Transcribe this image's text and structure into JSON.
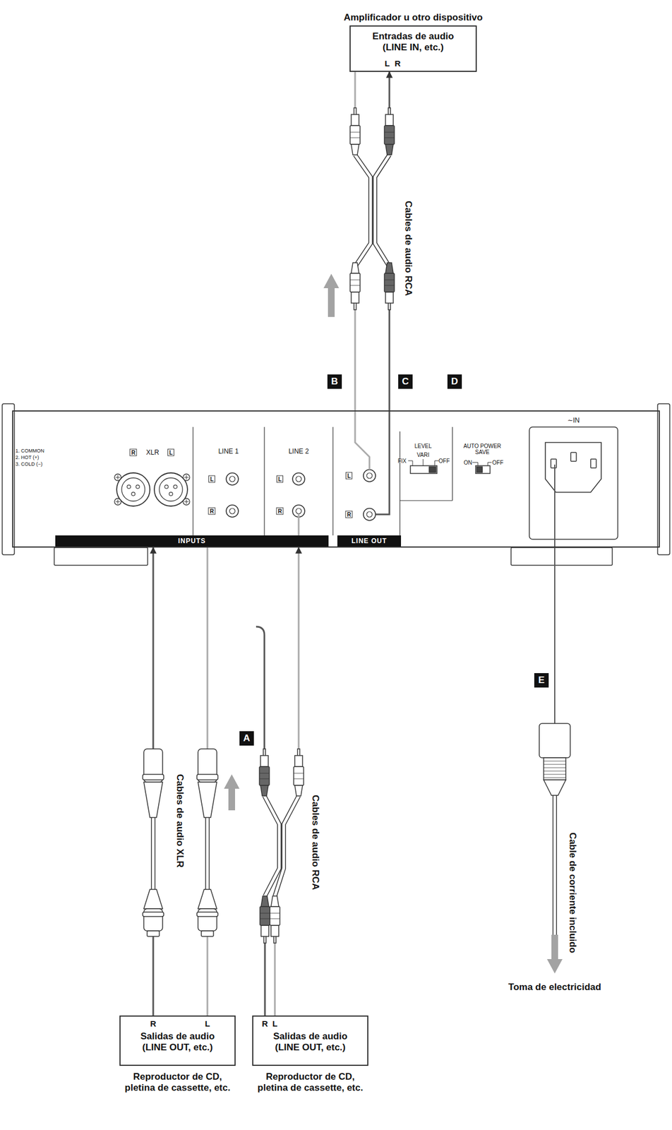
{
  "diagram": {
    "nodes": [
      {
        "text": [
          "Amplificador u otro dispositivo",
          "Entradas de audio (LINE IN, etc.)"
        ]
      },
      {
        "text": [
          "INPUTS",
          "LINE OUT"
        ]
      },
      {
        "text": [
          "Salidas de audio (LINE OUT, etc.)",
          "Reproductor de CD, pletina de cassette, etc."
        ]
      },
      {
        "text": [
          "Salidas de audio (LINE OUT, etc.)",
          "Reproductor de CD, pletina de cassette, etc."
        ]
      }
    ],
    "edges": [
      {
        "from": 1,
        "to": 0,
        "arrow": "to",
        "label": "Cables de audio RCA"
      },
      {
        "from": 2,
        "to": 1,
        "arrow": "to",
        "label": "Cables de audio XLR"
      },
      {
        "from": 3,
        "to": 1,
        "arrow": "to",
        "label": "Cables de audio RCA"
      }
    ],
    "labels": [
      "L",
      "R",
      "B",
      "C",
      "D",
      "1. COMMON",
      "2. HOT (+)",
      "3. COLD (−)",
      "R",
      "XLR",
      "L",
      "LINE 1",
      "L",
      "R",
      "LINE 2",
      "L",
      "R",
      "L",
      "R",
      "LEVEL",
      "FIX",
      "VARI",
      "OFF",
      "AUTO POWER SAVE",
      "ON",
      "OFF",
      "∼IN",
      "A",
      "E",
      "R",
      "L",
      "R",
      "L",
      "Cable de corriente incluido",
      "Toma de electricidad"
    ]
  }
}
